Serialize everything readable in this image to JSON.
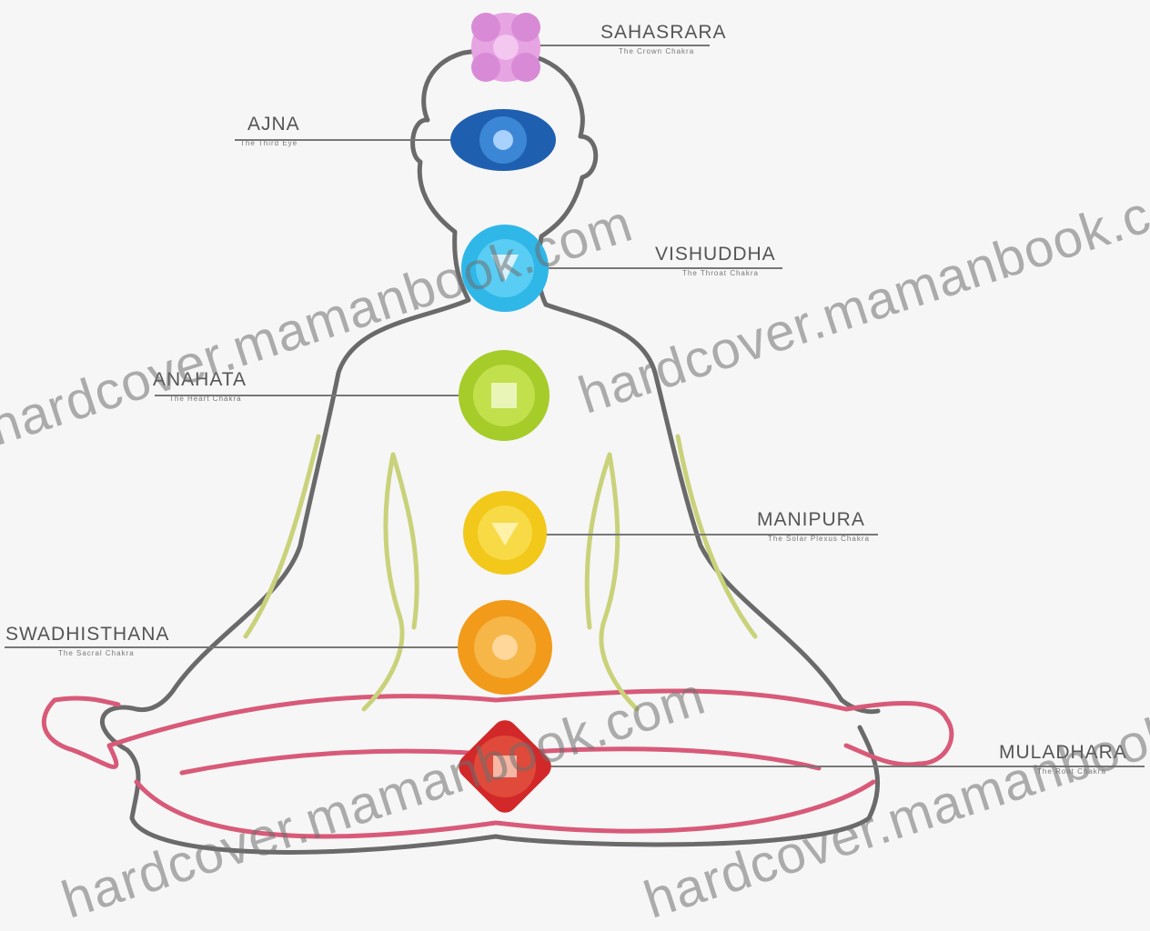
{
  "chakras": [
    {
      "name": "SAHASRARA",
      "subtitle": "The Crown Chakra",
      "color": "#d98ad6"
    },
    {
      "name": "AJNA",
      "subtitle": "The Third Eye",
      "color": "#1f5fb0"
    },
    {
      "name": "VISHUDDHA",
      "subtitle": "The Throat Chakra",
      "color": "#2fb7e8"
    },
    {
      "name": "ANAHATA",
      "subtitle": "The Heart Chakra",
      "color": "#a6cc2a"
    },
    {
      "name": "MANIPURA",
      "subtitle": "The Solar Plexus Chakra",
      "color": "#f2c81a"
    },
    {
      "name": "SWADHISTHANA",
      "subtitle": "The Sacral Chakra",
      "color": "#f29a1a"
    },
    {
      "name": "MULADHARA",
      "subtitle": "The Root Chakra",
      "color": "#d2282a"
    }
  ],
  "watermark": "hardcover.mamanbook.com",
  "colors": {
    "body_outline": "#6a6a6a",
    "leg_outline": "#d85a78",
    "arm_outline": "#c9d27a",
    "leader_line": "#777777"
  }
}
